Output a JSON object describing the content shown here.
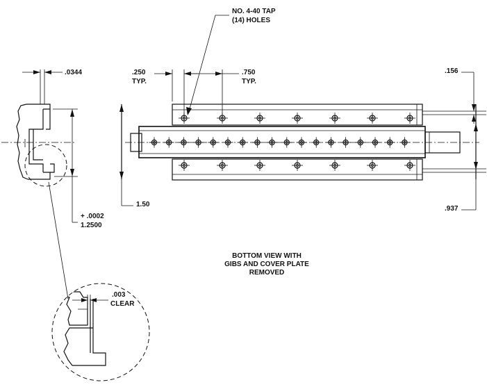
{
  "section_view": {
    "dim_gap": ".0344",
    "dim_height_tol": "+ .0002",
    "dim_height": "1.2500"
  },
  "plan_view": {
    "tap_note_line1": "NO. 4-40 TAP",
    "tap_note_line2": "(14) HOLES",
    "dim_edge_offset": ".250",
    "dim_edge_offset_typ": "TYP.",
    "dim_pitch": ".750",
    "dim_pitch_typ": "TYP.",
    "dim_right_top": ".156",
    "dim_left_height": "1.50",
    "dim_right_height": ".937"
  },
  "caption": {
    "line1": "BOTTOM VIEW WITH",
    "line2": "GIBS AND COVER PLATE",
    "line3": "REMOVED"
  },
  "detail_view": {
    "dim_clearance": ".003",
    "dim_clearance_label": "CLEAR"
  }
}
